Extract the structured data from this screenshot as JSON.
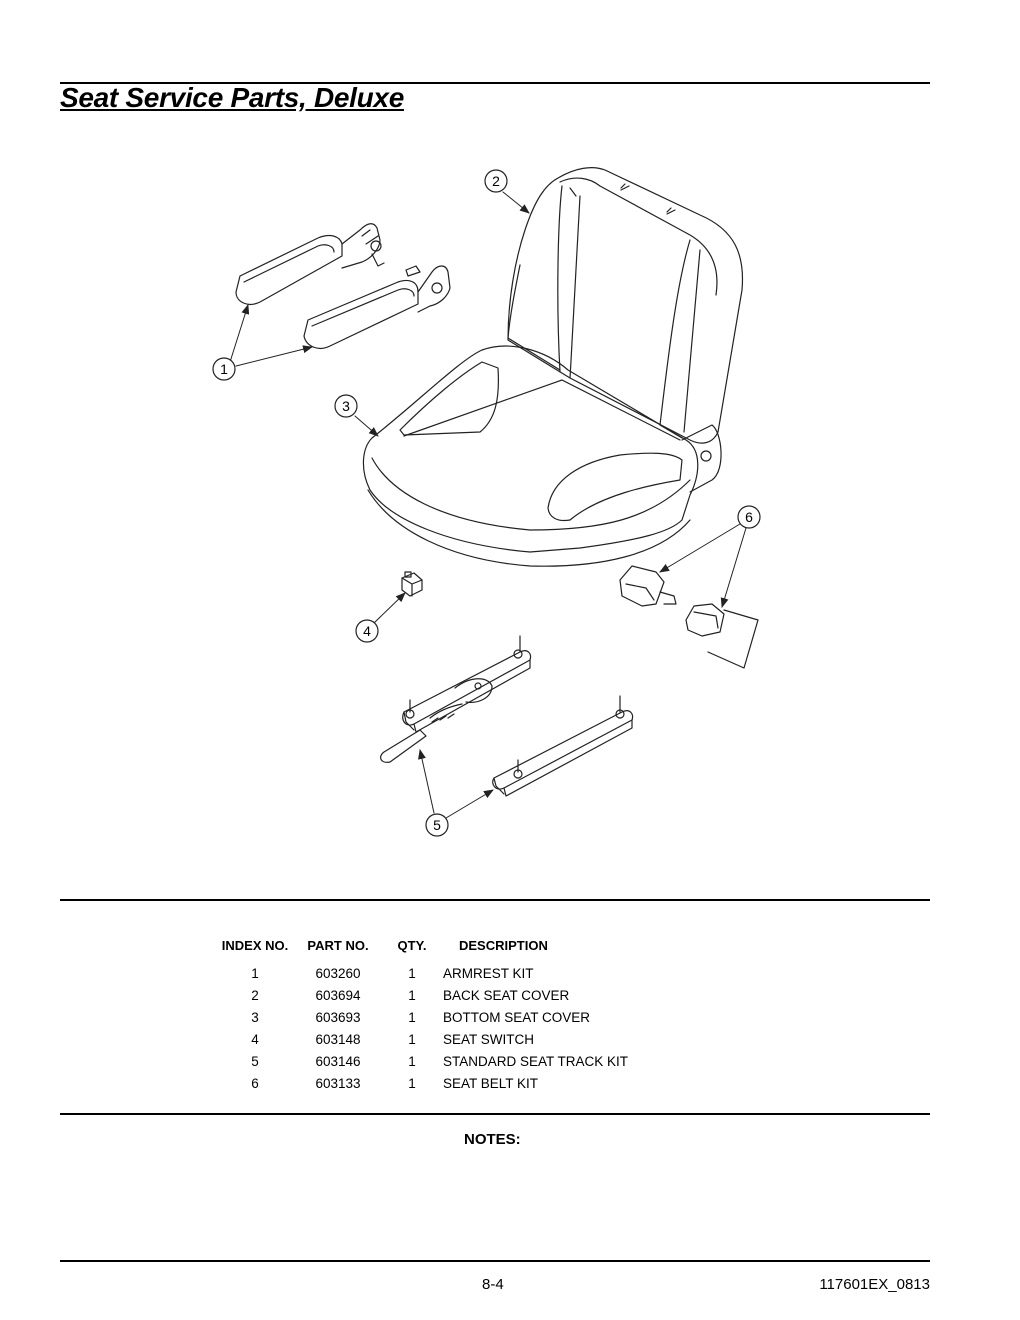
{
  "page": {
    "title": "Seat Service Parts, Deluxe",
    "page_number": "8-4",
    "doc_code": "117601EX_0813",
    "notes_label": "NOTES:"
  },
  "diagram": {
    "callouts": [
      "1",
      "2",
      "3",
      "4",
      "5",
      "6"
    ]
  },
  "parts_table": {
    "headers": {
      "index": "INDEX NO.",
      "part": "PART NO.",
      "qty": "QTY.",
      "description": "DESCRIPTION"
    },
    "rows": [
      {
        "index": "1",
        "part": "603260",
        "qty": "1",
        "description": "ARMREST KIT"
      },
      {
        "index": "2",
        "part": "603694",
        "qty": "1",
        "description": "BACK SEAT COVER"
      },
      {
        "index": "3",
        "part": "603693",
        "qty": "1",
        "description": "BOTTOM SEAT COVER"
      },
      {
        "index": "4",
        "part": "603148",
        "qty": "1",
        "description": "SEAT SWITCH"
      },
      {
        "index": "5",
        "part": "603146",
        "qty": "1",
        "description": "STANDARD SEAT TRACK KIT"
      },
      {
        "index": "6",
        "part": "603133",
        "qty": "1",
        "description": "SEAT BELT KIT"
      }
    ]
  }
}
